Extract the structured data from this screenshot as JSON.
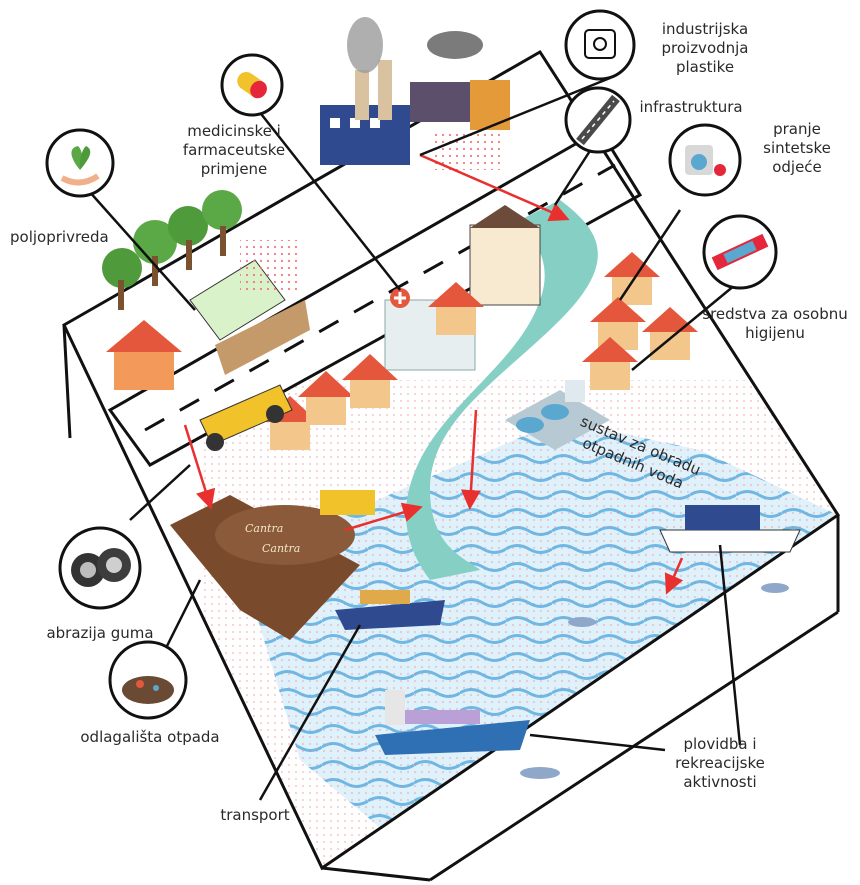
{
  "labels": {
    "industrial": "industrijska\nproizvodnja\nplastike",
    "infrastructure": "infrastruktura",
    "medical": "medicinske i\nfarmaceutske\nprimjene",
    "agriculture": "poljoprivreda",
    "laundry": "pranje\nsintetske\nodjeće",
    "hygiene": "sredstva za osobnu\nhigijenu",
    "wastewater": "sustav za obradu\notpadnih voda",
    "tires": "abrazija guma",
    "landfill": "odlagališta otpada",
    "transport": "transport",
    "shipping": "plovidba i\nrekreacijske\naktivnosti"
  },
  "landfill_sign": "Cantra",
  "colors": {
    "box_outline": "#111111",
    "river": "#86cfc4",
    "sea_light": "#cbe8f7",
    "sea_wave": "#59aee0",
    "flow_arrow": "#e8312f",
    "microplastic_dots": "#f07a7a",
    "roof": "#e4573c",
    "house_wall": "#f3c68b",
    "tree": "#4f9a3a",
    "landfill_soil": "#7a4a2c"
  },
  "icons": [
    "factory-icon",
    "pill-icon",
    "plant-in-hand-icon",
    "industrial-badge-icon",
    "road-icon",
    "laundry-icon",
    "toothpaste-icon",
    "tires-icon",
    "landfill-icon"
  ]
}
